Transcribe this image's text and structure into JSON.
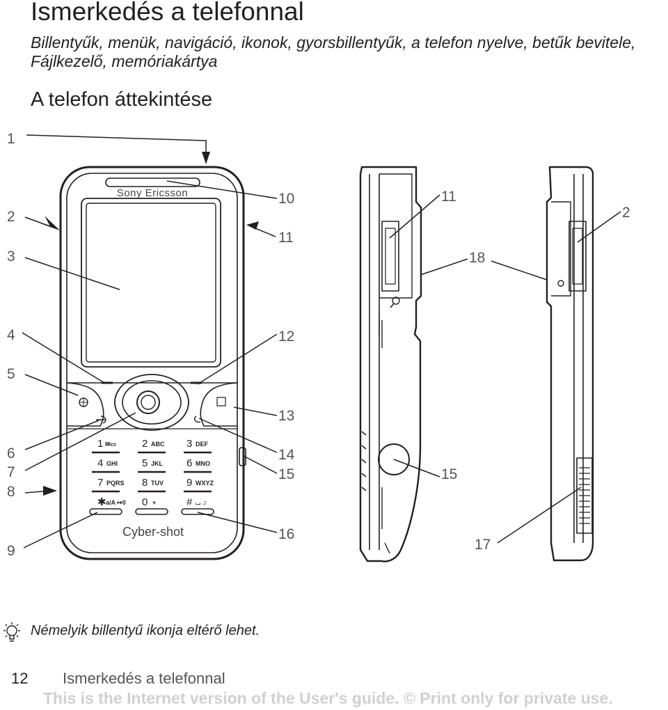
{
  "header": {
    "title": "Ismerkedés a telefonnal",
    "subtitle": "Billentyűk, menük, navigáció, ikonok, gyorsbillentyűk, a telefon nyelve, betűk bevitele, Fájlkezelő, memóriakártya",
    "section": "A telefon áttekintése"
  },
  "diagram": {
    "callouts": {
      "c1": "1",
      "c2l": "2",
      "c3": "3",
      "c4": "4",
      "c5": "5",
      "c6": "6",
      "c7": "7",
      "c8": "8",
      "c9": "9",
      "c10": "10",
      "c11a": "11",
      "c12": "12",
      "c13": "13",
      "c14": "14",
      "c15a": "15",
      "c16": "16",
      "c11b": "11",
      "c18": "18",
      "c15b": "15",
      "c2r": "2",
      "c17": "17"
    },
    "phone_brand": "Sony Ericsson",
    "phone_logo": "Cyber-shot",
    "keys": [
      {
        "num": "1",
        "letters": "✉▭"
      },
      {
        "num": "2",
        "letters": "ABC"
      },
      {
        "num": "3",
        "letters": "DEF"
      },
      {
        "num": "4",
        "letters": "GHI"
      },
      {
        "num": "5",
        "letters": "JKL"
      },
      {
        "num": "6",
        "letters": "MNO"
      },
      {
        "num": "7",
        "letters": "PQRS"
      },
      {
        "num": "8",
        "letters": "TUV"
      },
      {
        "num": "9",
        "letters": "WXYZ"
      },
      {
        "num": "✱",
        "letters": "a/A ↦0"
      },
      {
        "num": "0",
        "letters": "+"
      },
      {
        "num": "#",
        "letters": "⌴ ♫"
      }
    ]
  },
  "note": {
    "icon": "lightbulb-icon",
    "text": "Némelyik billentyű ikonja eltérő lehet."
  },
  "footer": {
    "page_number": "12",
    "section_title": "Ismerkedés a telefonnal",
    "watermark": "This is the Internet version of the User's guide. © Print only for private use."
  }
}
